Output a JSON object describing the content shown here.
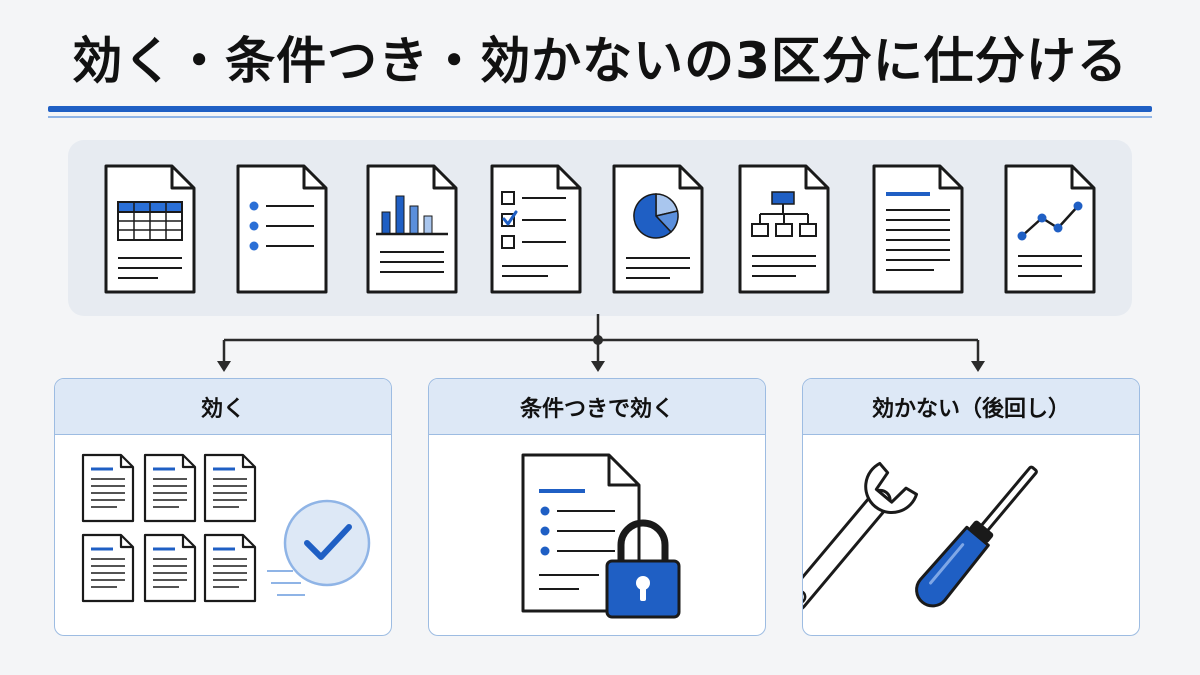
{
  "title": "効く・条件つき・効かないの3区分に仕分ける",
  "colors": {
    "accent": "#1f5fc4",
    "accent_light": "#8fb4e6",
    "panel_header": "#dde8f6",
    "panel_border": "#9dbce2",
    "ink": "#1a1a1a"
  },
  "document_types": [
    {
      "icon": "spreadsheet-document-icon"
    },
    {
      "icon": "bullet-list-document-icon"
    },
    {
      "icon": "bar-chart-document-icon"
    },
    {
      "icon": "checklist-document-icon"
    },
    {
      "icon": "pie-chart-document-icon"
    },
    {
      "icon": "org-chart-document-icon"
    },
    {
      "icon": "text-document-icon"
    },
    {
      "icon": "line-chart-document-icon"
    }
  ],
  "categories": [
    {
      "label": "効く",
      "icon": "documents-checkmark-icon"
    },
    {
      "label": "条件つきで効く",
      "icon": "document-lock-icon"
    },
    {
      "label": "効かない（後回し）",
      "icon": "wrench-screwdriver-icon"
    }
  ]
}
